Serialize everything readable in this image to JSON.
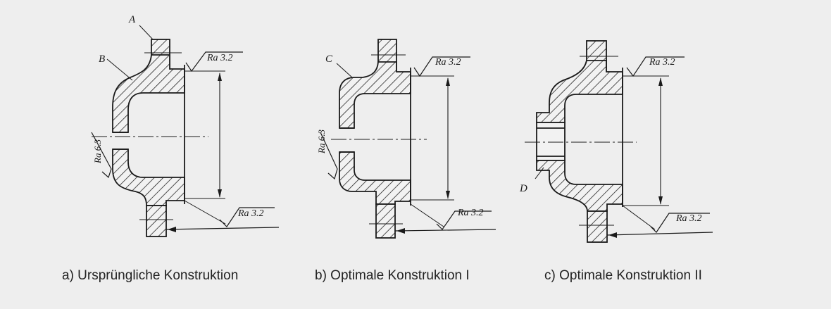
{
  "figures": [
    {
      "id": "a",
      "caption": "a) Ursprüngliche Konstruktion",
      "labels": [
        "A",
        "B"
      ],
      "roughness_top": "Ra 3.2",
      "roughness_bottom": "Ra 3.2",
      "roughness_side": "Ra 6.3"
    },
    {
      "id": "b",
      "caption": "b) Optimale Konstruktion I",
      "labels": [
        "C"
      ],
      "roughness_top": "Ra 3.2",
      "roughness_bottom": "Ra 3.2",
      "roughness_side": "Ra 6.3"
    },
    {
      "id": "c",
      "caption": "c) Optimale Konstruktion II",
      "labels": [
        "D"
      ],
      "roughness_top": "Ra 3.2",
      "roughness_bottom": "Ra 3.2"
    }
  ]
}
